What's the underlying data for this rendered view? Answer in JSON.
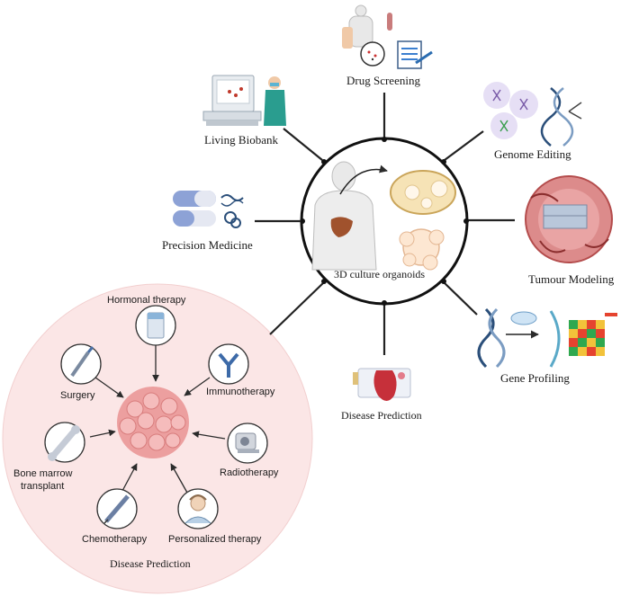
{
  "hub": {
    "label": "3D culture organoids"
  },
  "applications": {
    "drug_screening": "Drug Screening",
    "living_biobank": "Living Biobank",
    "genome_editing": "Genome Editing",
    "precision_medicine": "Precision Medicine",
    "tumour_modeling": "Tumour Modeling",
    "gene_profiling": "Gene Profiling",
    "disease_prediction": "Disease Prediction"
  },
  "therapy_panel": {
    "title": "Disease Prediction",
    "therapies": {
      "hormonal": "Hormonal therapy",
      "surgery": "Surgery",
      "immunotherapy": "Immunotherapy",
      "bone_marrow_line1": "Bone marrow",
      "bone_marrow_line2": "transplant",
      "radiotherapy": "Radiotherapy",
      "chemotherapy": "Chemotherapy",
      "personalized": "Personalized therapy"
    }
  },
  "colors": {
    "panel_fill": "#fbe6e6",
    "tumor": "#e99595",
    "connector": "#222222",
    "hub_stroke": "#111111"
  }
}
